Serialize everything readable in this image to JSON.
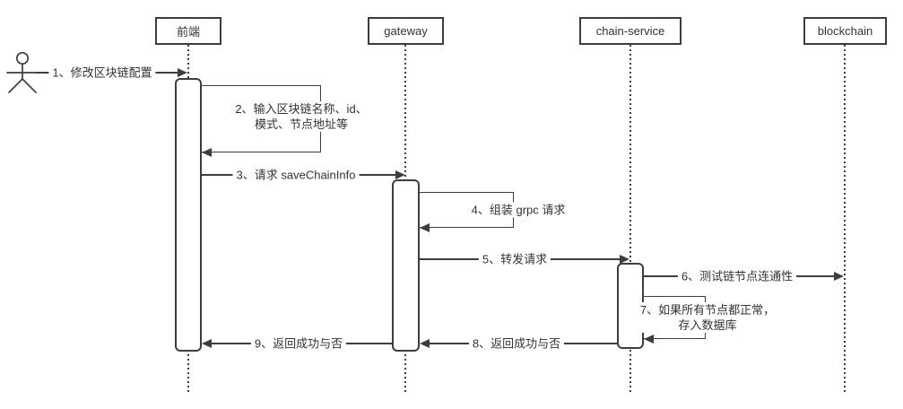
{
  "diagram": {
    "type": "uml-sequence-diagram",
    "background_color": "#ffffff",
    "stroke_color": "#3d3d3d",
    "text_color": "#333333"
  },
  "actor": {
    "icon": "stick-figure-actor-icon",
    "label": ""
  },
  "participants": [
    {
      "id": "frontend",
      "label": "前端"
    },
    {
      "id": "gateway",
      "label": "gateway"
    },
    {
      "id": "chain-service",
      "label": "chain-service"
    },
    {
      "id": "blockchain",
      "label": "blockchain"
    }
  ],
  "messages": [
    {
      "num": "1",
      "label": "1、修改区块链配置",
      "from": "actor",
      "to": "frontend",
      "kind": "message"
    },
    {
      "num": "2",
      "lines": [
        "2、输入区块链名称、id、",
        "模式、节点地址等"
      ],
      "from": "frontend",
      "to": "frontend",
      "kind": "self-message"
    },
    {
      "num": "3",
      "label": "3、请求 saveChainInfo",
      "from": "frontend",
      "to": "gateway",
      "kind": "message"
    },
    {
      "num": "4",
      "label": "4、组装 grpc 请求",
      "from": "gateway",
      "to": "gateway",
      "kind": "self-message"
    },
    {
      "num": "5",
      "label": "5、转发请求",
      "from": "gateway",
      "to": "chain-service",
      "kind": "message"
    },
    {
      "num": "6",
      "label": "6、测试链节点连通性",
      "from": "chain-service",
      "to": "blockchain",
      "kind": "message"
    },
    {
      "num": "7",
      "lines": [
        "7、如果所有节点都正常，",
        "存入数据库"
      ],
      "from": "chain-service",
      "to": "chain-service",
      "kind": "self-message"
    },
    {
      "num": "8",
      "label": "8、返回成功与否",
      "from": "chain-service",
      "to": "gateway",
      "kind": "return-message"
    },
    {
      "num": "9",
      "label": "9、返回成功与否",
      "from": "gateway",
      "to": "frontend",
      "kind": "return-message"
    }
  ]
}
